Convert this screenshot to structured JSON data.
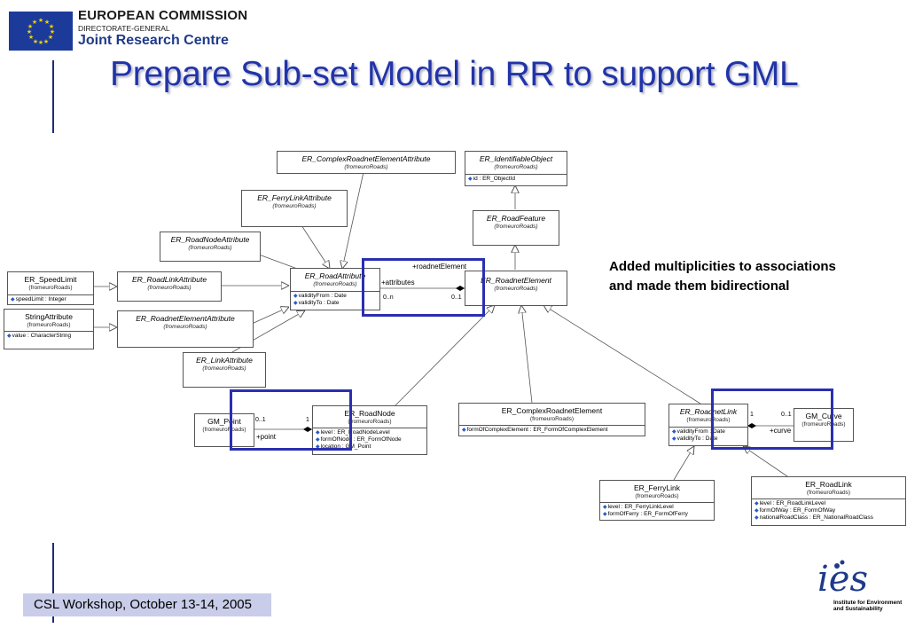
{
  "header": {
    "org": "EUROPEAN COMMISSION",
    "directorate": "DIRECTORATE-GENERAL",
    "centre": "Joint Research Centre"
  },
  "title": "Prepare Sub-set Model in RR to support GML",
  "note": "Added multiplicities to associations and made them bidirectional",
  "footer": "CSL Workshop, October 13-14, 2005",
  "ies": {
    "logo": "ies",
    "subtitle": "Institute for Environment and Sustainability"
  },
  "classes": {
    "complexAttr": {
      "name": "ER_ComplexRoadnetElementAttribute",
      "pkg": "(fromeuroRoads)"
    },
    "identifiable": {
      "name": "ER_IdentifiableObject",
      "pkg": "(fromeuroRoads)",
      "attrs": [
        "id : ER_ObjectId"
      ]
    },
    "ferryAttr": {
      "name": "ER_FerryLinkAttribute",
      "pkg": "(fromeuroRoads)"
    },
    "roadFeature": {
      "name": "ER_RoadFeature",
      "pkg": "(fromeuroRoads)"
    },
    "nodeAttr": {
      "name": "ER_RoadNodeAttribute",
      "pkg": "(fromeuroRoads)"
    },
    "speed": {
      "name": "ER_SpeedLimit",
      "pkg": "(fromeuroRoads)",
      "attrs": [
        "speedLimit : Integer"
      ]
    },
    "linkAttr": {
      "name": "ER_RoadLinkAttribute",
      "pkg": "(fromeuroRoads)"
    },
    "roadAttr": {
      "name": "ER_RoadAttribute",
      "pkg": "(fromeuroRoads)",
      "attrs": [
        "validityFrom : Date",
        "validityTo : Date"
      ]
    },
    "roadnet": {
      "name": "ER_RoadnetElement",
      "pkg": "(fromeuroRoads)"
    },
    "stringAttr": {
      "name": "StringAttribute",
      "pkg": "(fromeuroRoads)",
      "attrs": [
        "value : CharacterString"
      ]
    },
    "roadnetAttr": {
      "name": "ER_RoadnetElementAttribute",
      "pkg": "(fromeuroRoads)"
    },
    "lAttr": {
      "name": "ER_LinkAttribute",
      "pkg": "(fromeuroRoads)"
    },
    "gmPoint": {
      "name": "GM_Point",
      "pkg": "(fromeuroRoads)"
    },
    "roadNode": {
      "name": "ER_RoadNode",
      "pkg": "(fromeuroRoads)",
      "attrs": [
        "level : ER_RoadNodeLevel",
        "formOfNode : ER_FormOfNode",
        "location : GM_Point"
      ]
    },
    "complexRoadnet": {
      "name": "ER_ComplexRoadnetElement",
      "pkg": "(fromeuroRoads)",
      "attrs": [
        "formOfComplexElement : ER_FormOfComplexElement"
      ]
    },
    "roadnetLink": {
      "name": "ER_RoadnetLink",
      "pkg": "(fromeuroRoads)",
      "attrs": [
        "validityFrom : Date",
        "validityTo : Date"
      ]
    },
    "gmCurve": {
      "name": "GM_Curve",
      "pkg": "(fromeuroRoads)"
    },
    "ferryLink": {
      "name": "ER_FerryLink",
      "pkg": "(fromeuroRoads)",
      "attrs": [
        "level : ER_FerryLinkLevel",
        "formOfFerry : ER_FormOfFerry"
      ]
    },
    "roadLink": {
      "name": "ER_RoadLink",
      "pkg": "(fromeuroRoads)",
      "attrs": [
        "level : ER_RoadLinkLevel",
        "formOfWay : ER_FormOfWay",
        "nationalRoadClass : ER_NationalRoadClass"
      ]
    }
  },
  "labels": {
    "roadnetElement": "+roadnetElement",
    "attributes": "+attributes",
    "m0n": "0..n",
    "m01a": "0..1",
    "m01b": "0..1",
    "m1a": "1",
    "point": "+point",
    "m01c": "0..1",
    "m1b": "1",
    "curve": "+curve"
  }
}
